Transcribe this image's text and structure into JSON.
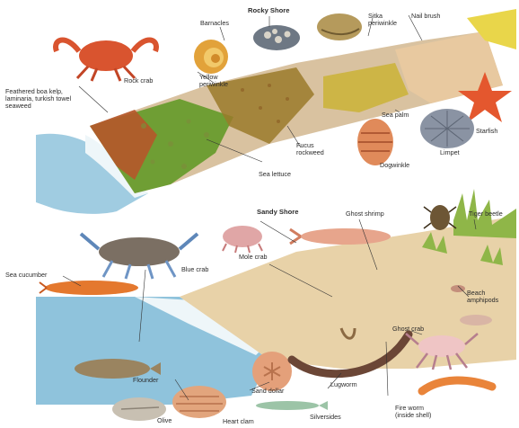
{
  "sections": {
    "rocky_shore": "Rocky Shore",
    "sandy_shore": "Sandy Shore"
  },
  "labels": {
    "rock_crab": "Rock crab",
    "barnacles": "Barnacles",
    "yellow_periwinkle": "Yellow periwinkle",
    "sitka_periwinkle": "Sitka periwinkle",
    "nail_brush": "Nail brush",
    "feathered_kelp": "Feathered boa kelp, laminaria, turkish towel seaweed",
    "sea_palm": "Sea palm",
    "limpet": "Limpet",
    "starfish": "Starfish",
    "fucus": "Fucus rockweed",
    "dogwinkle": "Dogwinkle",
    "sea_lettuce": "Sea lettuce",
    "ghost_shrimp": "Ghost shrimp",
    "tiger_beetle": "Tiger beetle",
    "mole_crab": "Mole crab",
    "blue_crab": "Blue crab",
    "sea_cucumber": "Sea cucumber",
    "beach_amphipods": "Beach amphipods",
    "ghost_crab": "Ghost crab",
    "flounder": "Flounder",
    "sand_dollar": "Sand dollar",
    "lugworm": "Lugworm",
    "olive": "Olive",
    "heart_clam": "Heart clam",
    "silversides": "Silversides",
    "fire_worm": "Fire worm (inside shell)"
  },
  "colors": {
    "water": "#8fc3dc",
    "foam": "#eef6f9",
    "sand": "#e8d2a8",
    "rock": "#d9c2a0",
    "seaweed": "#5f8f2e",
    "kelp": "#b5562a",
    "crab": "#d9542f",
    "blue_crab": "#7b6f63",
    "starfish": "#e4572e"
  },
  "icons": [
    "rock-crab-icon",
    "yellow-periwinkle-icon",
    "barnacles-icon",
    "sitka-periwinkle-icon",
    "starfish-icon",
    "limpet-icon",
    "dogwinkle-icon",
    "blue-crab-icon",
    "mole-crab-icon",
    "ghost-shrimp-icon",
    "tiger-beetle-icon",
    "sea-cucumber-icon",
    "flounder-icon",
    "sand-dollar-icon",
    "lugworm-icon",
    "fire-worm-icon",
    "ghost-crab-icon",
    "beach-amphipods-icon",
    "olive-icon",
    "heart-clam-icon",
    "silversides-icon"
  ]
}
